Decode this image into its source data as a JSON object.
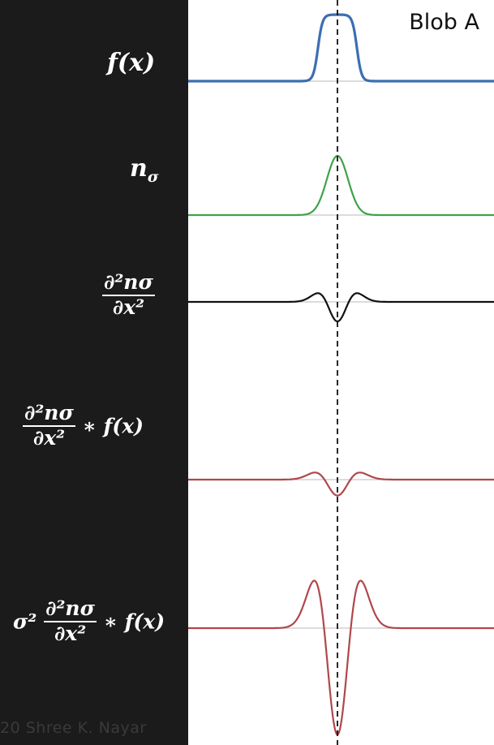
{
  "title": "Blob A",
  "copyright": "20 Shree K. Nayar",
  "colors": {
    "background_left": "#1b1b1b",
    "plot_background": "#ffffff",
    "baseline": "#c8c8c8",
    "f_x": "#3b6fb0",
    "n_sigma": "#3fa24a",
    "second_derivative": "#111111",
    "convolution": "#b0474b"
  },
  "rows": [
    {
      "id": "f_x",
      "label_text": "f(x)",
      "color": "#3b6fb0",
      "shape": "box",
      "amplitude": 1.0
    },
    {
      "id": "n_sigma",
      "label_text": "nσ",
      "color": "#3fa24a",
      "shape": "gaussian",
      "amplitude": 1.0
    },
    {
      "id": "second_derivative",
      "label_num": "∂²nσ",
      "label_den": "∂x²",
      "color": "#111111",
      "shape": "mexican",
      "amplitude": 1.0
    },
    {
      "id": "conv",
      "label_num": "∂²nσ",
      "label_den": "∂x²",
      "label_suffix": "∗ f(x)",
      "color": "#b0474b",
      "shape": "dog_small",
      "amplitude": 1.0
    },
    {
      "id": "scaled_conv",
      "label_prefix": "σ²",
      "label_num": "∂²nσ",
      "label_den": "∂x²",
      "label_suffix": "∗ f(x)",
      "color": "#b0474b",
      "shape": "dog_large",
      "amplitude": 1.0
    }
  ]
}
